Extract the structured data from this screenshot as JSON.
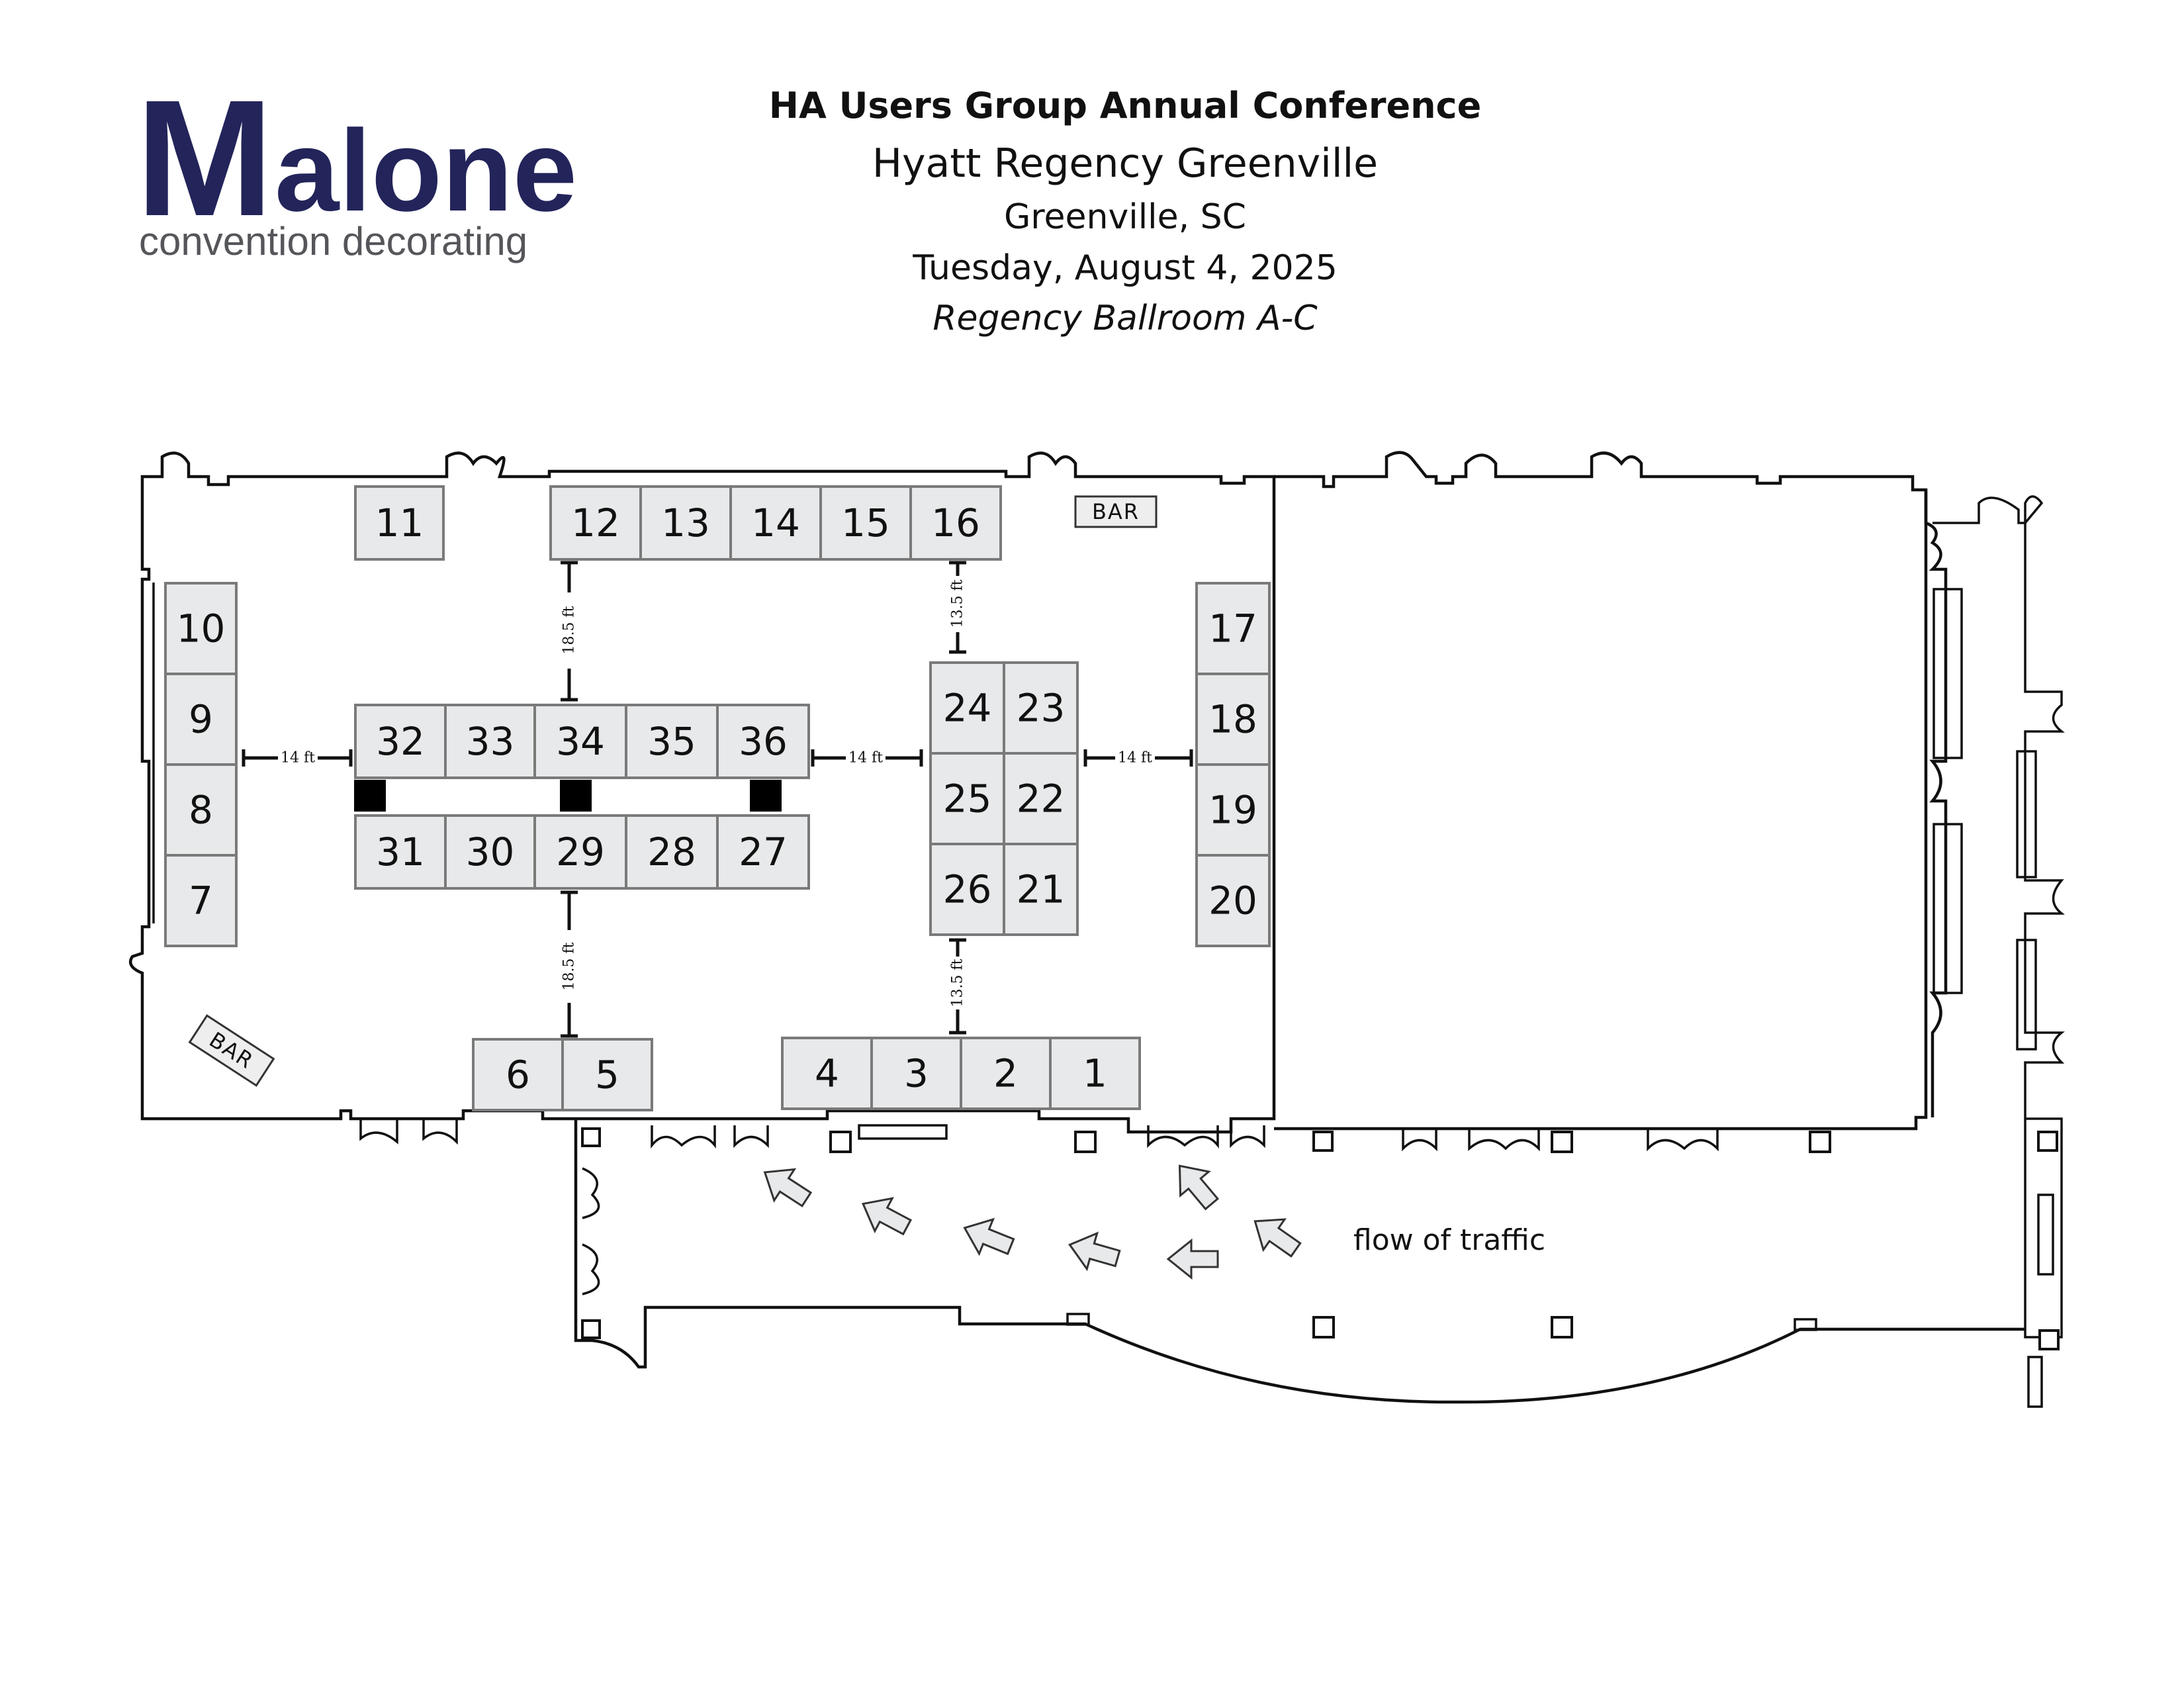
{
  "logo": {
    "wordmark_big": "alone",
    "wordmark_initial": "M",
    "tagline": "convention decorating",
    "brand_color": "#23245a",
    "tagline_color": "#55565a"
  },
  "header": {
    "title": "HA Users Group Annual Conference",
    "venue": "Hyatt Regency Greenville",
    "city": "Greenville, SC",
    "date": "Tuesday, August 4, 2025",
    "room": "Regency Ballroom A-C"
  },
  "booths": [
    "1",
    "2",
    "3",
    "4",
    "5",
    "6",
    "7",
    "8",
    "9",
    "10",
    "11",
    "12",
    "13",
    "14",
    "15",
    "16",
    "17",
    "18",
    "19",
    "20",
    "21",
    "22",
    "23",
    "24",
    "25",
    "26",
    "27",
    "28",
    "29",
    "30",
    "31",
    "32",
    "33",
    "34",
    "35",
    "36"
  ],
  "bars": [
    "BAR",
    "BAR"
  ],
  "dimensions": {
    "left_aisle": "14 ft",
    "center_aisle": "14 ft",
    "right_aisle": "14 ft",
    "top_left_vertical": "18.5 ft",
    "bottom_left_vertical": "18.5 ft",
    "top_right_vertical": "13.5 ft",
    "bottom_right_vertical": "13.5 ft"
  },
  "flow_label": "flow of traffic",
  "colors": {
    "booth_fill": "#e8e9ea",
    "booth_stroke": "#7a7a7a"
  }
}
